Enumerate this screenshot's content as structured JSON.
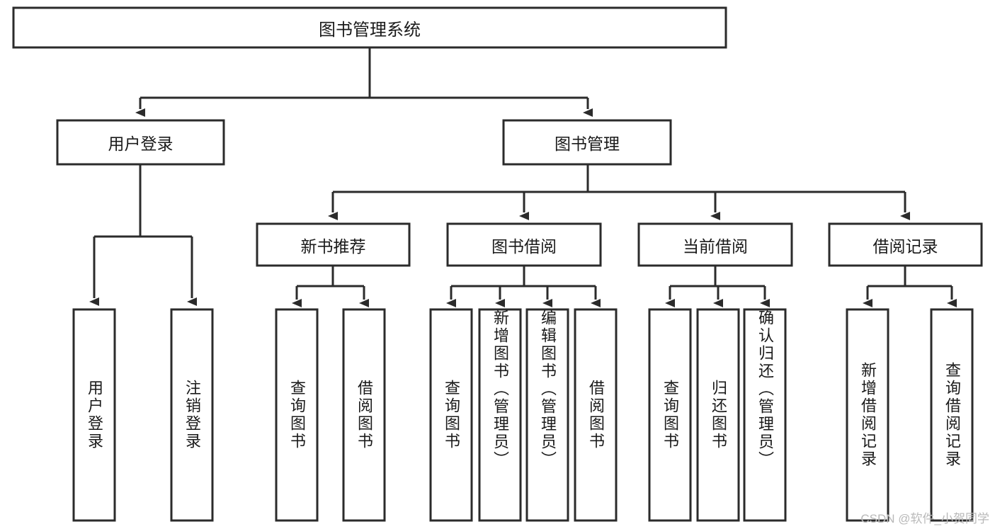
{
  "diagram": {
    "type": "tree",
    "title": "图书管理系统",
    "root": {
      "id": "root",
      "label": "图书管理系统",
      "orientation": "horizontal"
    },
    "level2": [
      {
        "id": "user-login",
        "label": "用户登录",
        "orientation": "horizontal"
      },
      {
        "id": "book-manage",
        "label": "图书管理",
        "orientation": "horizontal"
      }
    ],
    "level3": [
      {
        "id": "new-book-recommend",
        "label": "新书推荐",
        "orientation": "horizontal",
        "parent": "book-manage"
      },
      {
        "id": "book-borrow",
        "label": "图书借阅",
        "orientation": "horizontal",
        "parent": "book-manage"
      },
      {
        "id": "current-borrow",
        "label": "当前借阅",
        "orientation": "horizontal",
        "parent": "book-manage"
      },
      {
        "id": "borrow-record",
        "label": "借阅记录",
        "orientation": "horizontal",
        "parent": "book-manage"
      }
    ],
    "leaves": [
      {
        "id": "leaf-user-login",
        "label": "用户登录",
        "orientation": "vertical",
        "parent": "user-login"
      },
      {
        "id": "leaf-user-logout",
        "label": "注销登录",
        "orientation": "vertical",
        "parent": "user-login"
      },
      {
        "id": "leaf-query-book-1",
        "label": "查询图书",
        "orientation": "vertical",
        "parent": "new-book-recommend"
      },
      {
        "id": "leaf-borrow-book-1",
        "label": "借阅图书",
        "orientation": "vertical",
        "parent": "new-book-recommend"
      },
      {
        "id": "leaf-query-book-2",
        "label": "查询图书",
        "orientation": "vertical",
        "parent": "book-borrow"
      },
      {
        "id": "leaf-add-book",
        "label": "新增图书（管理员）",
        "orientation": "vertical",
        "parent": "book-borrow"
      },
      {
        "id": "leaf-edit-book",
        "label": "编辑图书（管理员）",
        "orientation": "vertical",
        "parent": "book-borrow"
      },
      {
        "id": "leaf-borrow-book-2",
        "label": "借阅图书",
        "orientation": "vertical",
        "parent": "book-borrow"
      },
      {
        "id": "leaf-query-book-3",
        "label": "查询图书",
        "orientation": "vertical",
        "parent": "current-borrow"
      },
      {
        "id": "leaf-return-book",
        "label": "归还图书",
        "orientation": "vertical",
        "parent": "current-borrow"
      },
      {
        "id": "leaf-confirm-return",
        "label": "确认归还（管理员）",
        "orientation": "vertical",
        "parent": "current-borrow"
      },
      {
        "id": "leaf-add-record",
        "label": "新增借阅记录",
        "orientation": "vertical",
        "parent": "borrow-record"
      },
      {
        "id": "leaf-query-record",
        "label": "查询借阅记录",
        "orientation": "vertical",
        "parent": "borrow-record"
      }
    ],
    "colors": {
      "stroke": "#2b2b2b",
      "fill": "#ffffff",
      "text": "#1a1a1a",
      "background": "#ffffff",
      "watermark": "#b9b9b9"
    }
  },
  "watermark": {
    "text": "CSDN @软件_小贺同学"
  }
}
